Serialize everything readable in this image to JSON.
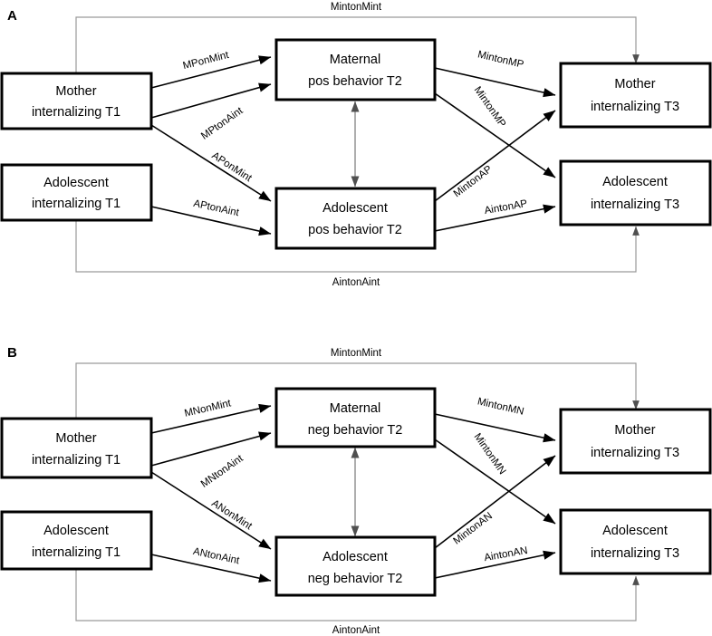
{
  "figure": {
    "type": "path-diagram",
    "panels": [
      {
        "letter": "A",
        "nodes": {
          "mother_t1": {
            "line1": "Mother",
            "line2": "internalizing T1"
          },
          "adolescent_t1": {
            "line1": "Adolescent",
            "line2": "internalizing T1"
          },
          "maternal_t2": {
            "line1": "Maternal",
            "line2": "pos behavior T2"
          },
          "adolescent_t2": {
            "line1": "Adolescent",
            "line2": "pos behavior T2"
          },
          "mother_t3": {
            "line1": "Mother",
            "line2": "internalizing T3"
          },
          "adolescent_t3": {
            "line1": "Adolescent",
            "line2": "internalizing T3"
          }
        },
        "edges": [
          {
            "id": "mother_t1-to-maternal_t2",
            "label": "MPonMint"
          },
          {
            "id": "adolescent_t1-to-maternal_t2",
            "label": "MPtonAint"
          },
          {
            "id": "mother_t1-to-adolescent_t2",
            "label": "APonMint"
          },
          {
            "id": "adolescent_t1-to-adolescent_t2",
            "label": "APtonAint"
          },
          {
            "id": "maternal_t2-to-mother_t3",
            "label": "MintonMP"
          },
          {
            "id": "maternal_t2-to-adolescent_t3",
            "label": "MintonMP"
          },
          {
            "id": "adolescent_t2-to-mother_t3",
            "label": "MintonAP"
          },
          {
            "id": "adolescent_t2-to-adolescent_t3",
            "label": "AintonAP"
          },
          {
            "id": "mother_t1-to-mother_t3",
            "label": "MintonMint"
          },
          {
            "id": "adolescent_t1-to-adolescent_t3",
            "label": "AintonAint"
          }
        ],
        "correlation": {
          "label": "",
          "between": [
            "maternal_t2",
            "adolescent_t2"
          ]
        }
      },
      {
        "letter": "B",
        "nodes": {
          "mother_t1": {
            "line1": "Mother",
            "line2": "internalizing T1"
          },
          "adolescent_t1": {
            "line1": "Adolescent",
            "line2": "internalizing T1"
          },
          "maternal_t2": {
            "line1": "Maternal",
            "line2": "neg behavior T2"
          },
          "adolescent_t2": {
            "line1": "Adolescent",
            "line2": "neg behavior T2"
          },
          "mother_t3": {
            "line1": "Mother",
            "line2": "internalizing T3"
          },
          "adolescent_t3": {
            "line1": "Adolescent",
            "line2": "internalizing T3"
          }
        },
        "edges": [
          {
            "id": "mother_t1-to-maternal_t2",
            "label": "MNonMint"
          },
          {
            "id": "adolescent_t1-to-maternal_t2",
            "label": "MNtonAint"
          },
          {
            "id": "mother_t1-to-adolescent_t2",
            "label": "ANonMint"
          },
          {
            "id": "adolescent_t1-to-adolescent_t2",
            "label": "ANtonAint"
          },
          {
            "id": "maternal_t2-to-mother_t3",
            "label": "MintonMN"
          },
          {
            "id": "maternal_t2-to-adolescent_t3",
            "label": "MintonMN"
          },
          {
            "id": "adolescent_t2-to-mother_t3",
            "label": "MintonAN"
          },
          {
            "id": "adolescent_t2-to-adolescent_t3",
            "label": "AintonAN"
          },
          {
            "id": "mother_t1-to-mother_t3",
            "label": "MintonMint"
          },
          {
            "id": "adolescent_t1-to-adolescent_t3",
            "label": "AintonAint"
          }
        ],
        "correlation": {
          "label": "",
          "between": [
            "maternal_t2",
            "adolescent_t2"
          ]
        }
      }
    ],
    "colors": {
      "box_stroke": "#000000",
      "box_fill": "#ffffff",
      "path_stroke": "#000000",
      "loop_stroke": "#9a9a9a",
      "text": "#000000",
      "background": "#ffffff"
    }
  }
}
